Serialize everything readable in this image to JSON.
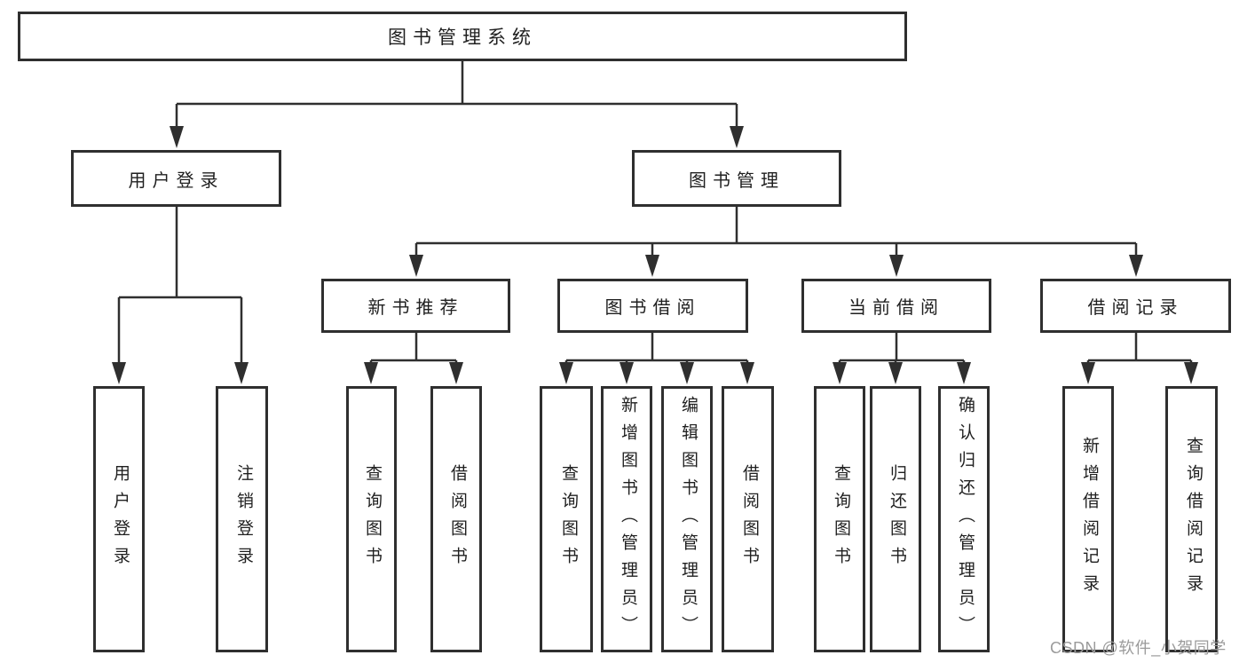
{
  "colors": {
    "line": "#2f2f2f",
    "box_text": "#1f1f1f",
    "watermark": "#9b9b9b"
  },
  "root": {
    "label": "图书管理系统"
  },
  "user_branch": {
    "label": "用户登录",
    "leaves": [
      {
        "label": "用户登录"
      },
      {
        "label": "注销登录"
      }
    ]
  },
  "book_branch": {
    "label": "图书管理",
    "groups": [
      {
        "label": "新书推荐",
        "leaves": [
          {
            "label": "查询图书"
          },
          {
            "label": "借阅图书"
          }
        ]
      },
      {
        "label": "图书借阅",
        "leaves": [
          {
            "label": "查询图书"
          },
          {
            "label": "新增图书（管理员）"
          },
          {
            "label": "编辑图书（管理员）"
          },
          {
            "label": "借阅图书"
          }
        ]
      },
      {
        "label": "当前借阅",
        "leaves": [
          {
            "label": "查询图书"
          },
          {
            "label": "归还图书"
          },
          {
            "label": "确认归还（管理员）"
          }
        ]
      },
      {
        "label": "借阅记录",
        "leaves": [
          {
            "label": "新增借阅记录"
          },
          {
            "label": "查询借阅记录"
          }
        ]
      }
    ]
  },
  "watermark": {
    "label": "CSDN @软件_小贺同学"
  }
}
